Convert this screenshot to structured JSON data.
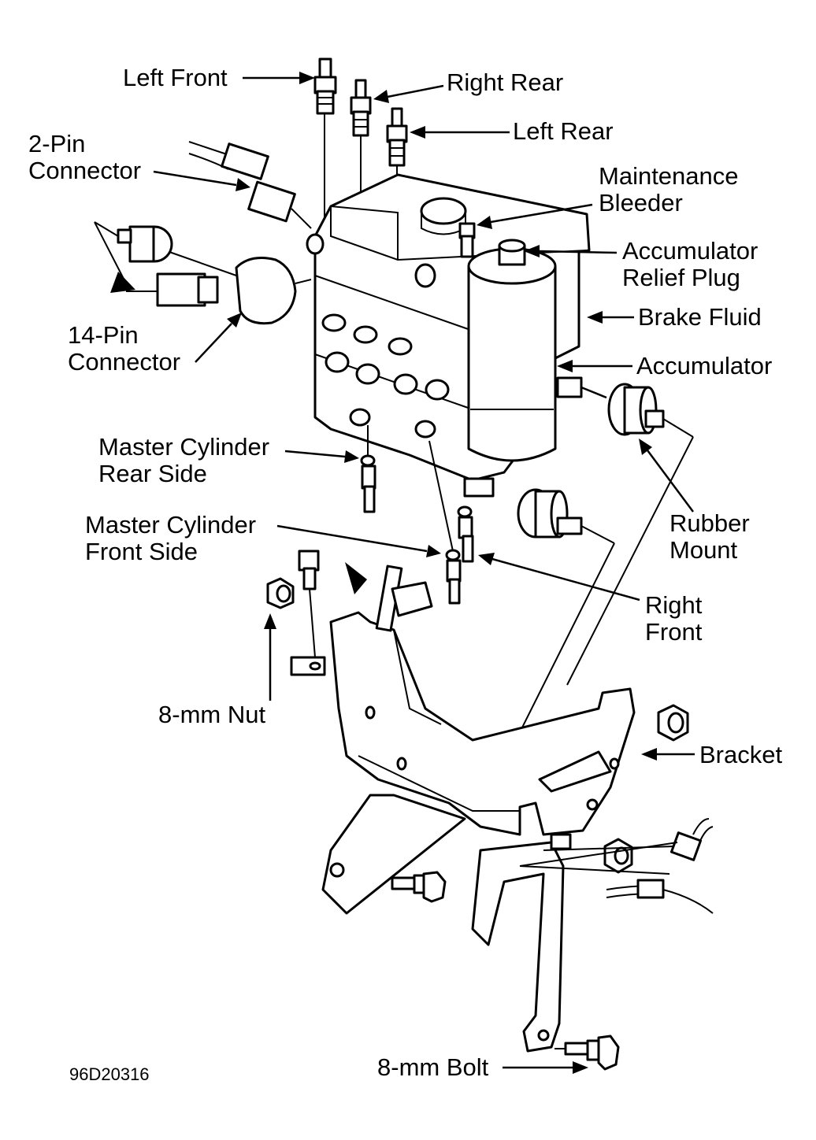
{
  "labels": {
    "left_front": "Left Front",
    "right_rear": "Right Rear",
    "left_rear": "Left Rear",
    "two_pin_connector": "2-Pin\nConnector",
    "maintenance_bleeder": "Maintenance\nBleeder",
    "accumulator_relief_plug": "Accumulator\nRelief Plug",
    "brake_fluid": "Brake Fluid",
    "fourteen_pin_connector": "14-Pin\nConnector",
    "accumulator": "Accumulator",
    "master_cylinder_rear_side": "Master Cylinder\nRear Side",
    "rubber_mount": "Rubber\nMount",
    "master_cylinder_front_side": "Master Cylinder\nFront Side",
    "right_front": "Right\nFront",
    "eight_mm_nut": "8-mm Nut",
    "bracket": "Bracket",
    "eight_mm_bolt": "8-mm Bolt"
  },
  "figure_code": "96D20316"
}
